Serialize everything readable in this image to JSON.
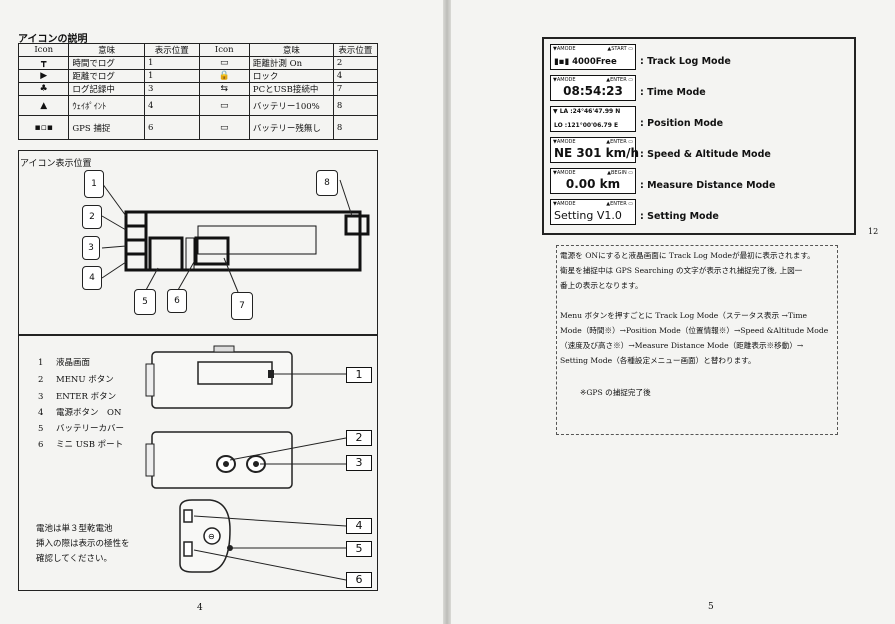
{
  "left": {
    "section_title": "アイコンの説明",
    "table_headers": [
      "Icon",
      "意味",
      "表示位置",
      "Icon",
      "意味",
      "表示位置"
    ],
    "table_rows": [
      {
        "icon1": "┳",
        "meaning1": "時間でログ",
        "pos1": "1",
        "icon2": "▭",
        "meaning2": "距離計測 On",
        "pos2": "2"
      },
      {
        "icon1": "▶",
        "meaning1": "距離でログ",
        "pos1": "1",
        "icon2": "🔒",
        "meaning2": "ロック",
        "pos2": "4"
      },
      {
        "icon1": "♣",
        "meaning1": "ログ記録中",
        "pos1": "3",
        "icon2": "⇆",
        "meaning2": "PCとUSB接続中",
        "pos2": "7"
      },
      {
        "icon1": "▲",
        "meaning1": "ｳｪｲﾎﾟｲﾝﾄ",
        "pos1": "4",
        "icon2": "▭",
        "meaning2": "バッテリー100%",
        "pos2": "8"
      },
      {
        "icon1": "▪▫▪",
        "meaning1": "GPS 捕捉",
        "pos1": "6",
        "icon2": "▭",
        "meaning2": "バッテリー残無し",
        "pos2": "8"
      }
    ],
    "position_title": "アイコン表示位置",
    "callouts": [
      "1",
      "2",
      "3",
      "4",
      "5",
      "6",
      "7",
      "8"
    ],
    "parts": [
      {
        "num": "1",
        "label": "液晶画面"
      },
      {
        "num": "2",
        "label": "MENU ボタン"
      },
      {
        "num": "3",
        "label": "ENTER ボタン"
      },
      {
        "num": "4",
        "label": "電源ボタン　ON"
      },
      {
        "num": "5",
        "label": "バッテリーカバー"
      },
      {
        "num": "6",
        "label": "ミニ USB ポート"
      }
    ],
    "device_labels": [
      "1",
      "2",
      "3",
      "4",
      "5",
      "6"
    ],
    "battery_note": [
      "電池は単３型乾電池",
      "挿入の際は表示の極性を",
      "確認してください。"
    ],
    "page_number": "4"
  },
  "right": {
    "lcd_screens": [
      {
        "top_left": "▼AMODE",
        "top_right": "▲START ▭",
        "main": "▮▪▮ 4000Free",
        "label": ": Track Log Mode"
      },
      {
        "top_left": "▼AMODE",
        "top_right": "▲ENTER ▭",
        "main": "08:54:23",
        "label": ": Time Mode"
      },
      {
        "top_left": "▼ LA :24°46'47.99 N",
        "top_right": "",
        "main": "LO :121°00'06.79 E",
        "label": ": Position Mode"
      },
      {
        "top_left": "▼AMODE",
        "top_right": "▲ENTER ▭",
        "main": "NE 301 km/h",
        "label": ": Speed & Altitude Mode"
      },
      {
        "top_left": "▼AMODE",
        "top_right": "▲BEGIN ▭",
        "main": "0.00 km",
        "label": ": Measure Distance Mode"
      },
      {
        "top_left": "▼AMODE",
        "top_right": "▲ENTER ▭",
        "main": "Setting V1.0",
        "label": ": Setting Mode"
      }
    ],
    "margin_number": "12",
    "para1": [
      "電源を ONにすると液晶画面に Track Log Modeが最初に表示されます。",
      "衛星を捕捉中は GPS Searching の文字が表示され捕捉完了後, 上図一",
      "番上の表示となります。"
    ],
    "para2": [
      "Menu ボタンを押すごとに Track Log Mode（ステータス表示 →Time",
      "Mode（時間※）→Position Mode（位置情報※）→Speed &Altitude Mode",
      "（速度及び高さ※）→Measure Distance Mode（距離表示※移動）→",
      "Setting Mode（各種設定メニュー画面）と替わります。"
    ],
    "footnote": "※GPS の捕捉完了後",
    "page_number": "5"
  }
}
